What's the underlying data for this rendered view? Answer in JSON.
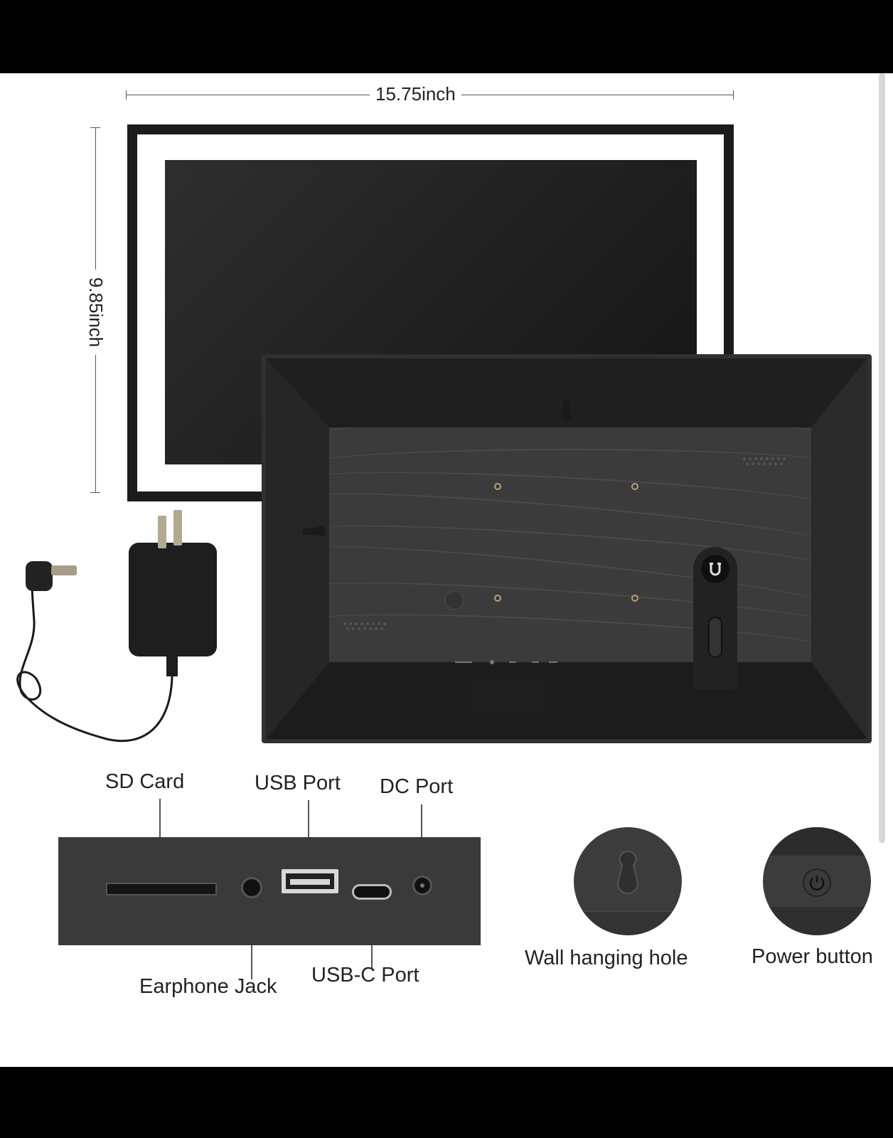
{
  "dimensions": {
    "width": "15.75inch",
    "height": "9.85inch"
  },
  "ports": {
    "sd_card": "SD Card",
    "usb_port": "USB Port",
    "dc_port": "DC Port",
    "earphone_jack": "Earphone Jack",
    "usbc_port": "USB-C Port"
  },
  "features": {
    "wall_hanging_hole": "Wall hanging hole",
    "power_button": "Power button"
  },
  "colors": {
    "frame": "#1b1b1b",
    "back": "#303030",
    "screw_accent": "#b8a172"
  },
  "icons": [
    "keyhole-icon",
    "power-icon",
    "magnet-u-icon",
    "usb-port-icon",
    "usbc-port-icon"
  ]
}
